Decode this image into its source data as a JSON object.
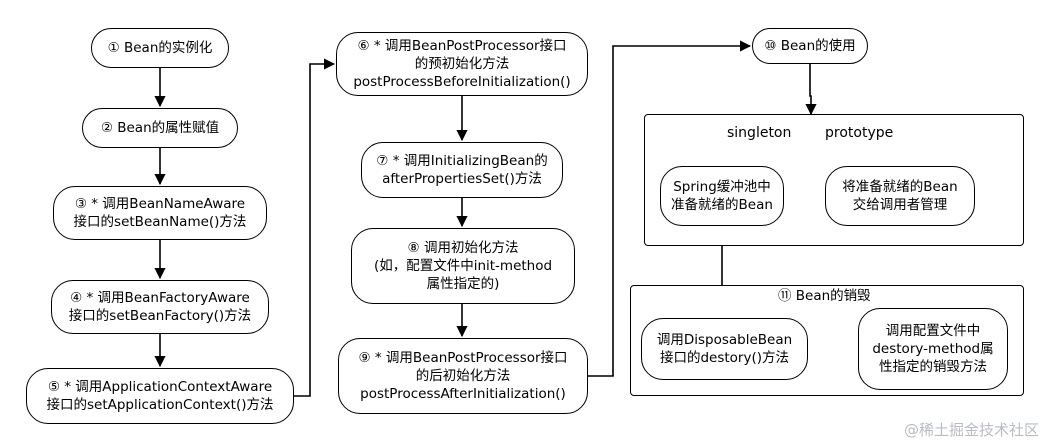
{
  "nodes": {
    "n1": "① Bean的实例化",
    "n2": "② Bean的属性赋值",
    "n3": "③ * 调用BeanNameAware\n接口的setBeanName()方法",
    "n4": "④ * 调用BeanFactoryAware\n接口的setBeanFactory()方法",
    "n5": "⑤ * 调用ApplicationContextAware\n接口的setApplicationContext()方法",
    "n6": "⑥ * 调用BeanPostProcessor接口\n的预初始化方法\npostProcessBeforeInitialization()",
    "n7": "⑦ * 调用InitializingBean的\nafterPropertiesSet()方法",
    "n8": "⑧ 调用初始化方法\n(如，配置文件中init-method\n属性指定的)",
    "n9": "⑨ * 调用BeanPostProcessor接口\n的后初始化方法\npostProcessAfterInitialization()",
    "n10": "⑩ Bean的使用",
    "cache": "Spring缓冲池中\n准备就绪的Bean",
    "handover": "将准备就绪的Bean\n交给调用者管理",
    "disposable": "调用DisposableBean\n接口的destory()方法",
    "destroy_method": "调用配置文件中\ndestory-method属\n性指定的销毁方法"
  },
  "labels": {
    "singleton": "singleton",
    "prototype": "prototype",
    "destroy_group": "⑪ Bean的销毁"
  },
  "watermark": "@稀土掘金技术社区"
}
